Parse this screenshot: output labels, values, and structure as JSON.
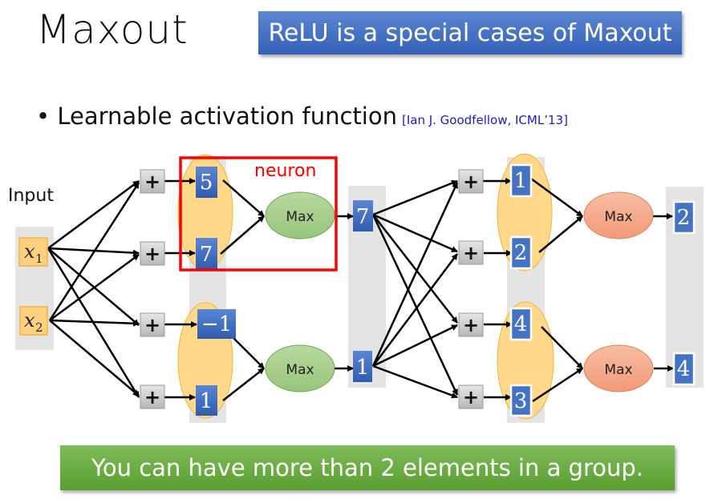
{
  "slide": {
    "title": "Maxout",
    "callout_top": "ReLU is a special cases of Maxout",
    "bullet": "• Learnable activation function",
    "reference": "[Ian J. Goodfellow, ICML’13]",
    "callout_bottom": "You can have more than 2 elements in a group."
  },
  "diagram": {
    "input_label": "Input",
    "neuron_label": "neuron",
    "inputs": [
      {
        "symbol": "x",
        "subscript": "1"
      },
      {
        "symbol": "x",
        "subscript": "2"
      }
    ],
    "plus_symbol": "+",
    "max_label": "Max",
    "layer1": {
      "linear_values": [
        "5",
        "7",
        "−1",
        "1"
      ],
      "outputs": [
        "7",
        "1"
      ]
    },
    "layer2": {
      "linear_values": [
        "1",
        "2",
        "4",
        "3"
      ],
      "outputs": [
        "2",
        "4"
      ]
    },
    "colors": {
      "value_box": "#3f6fc6",
      "group_ellipse": "#ffd88a",
      "max_layer1": "#a8d08d",
      "max_layer2": "#f4a582",
      "neuron_box": "#ff0000",
      "column_bg": "#e4e4e4",
      "input_box": "#ffd080"
    }
  }
}
